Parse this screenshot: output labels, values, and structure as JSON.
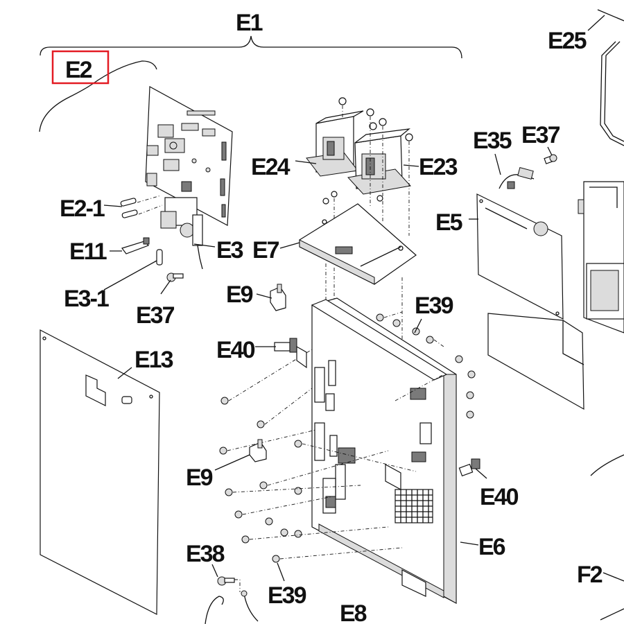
{
  "colors": {
    "highlight": "#e31b23",
    "ink": "#111111"
  },
  "labels": {
    "E1": "E1",
    "E2": "E2",
    "E25": "E25",
    "E24": "E24",
    "E23": "E23",
    "E35": "E35",
    "E37_top": "E37",
    "E5": "E5",
    "E2_1": "E2-1",
    "E11": "E11",
    "E3": "E3",
    "E7": "E7",
    "E3_1": "E3-1",
    "E37_left": "E37",
    "E9_top": "E9",
    "E39_top": "E39",
    "E40_left": "E40",
    "E13": "E13",
    "E9_bottom": "E9",
    "E40_right": "E40",
    "E6": "E6",
    "E38": "E38",
    "E39_bottom": "E39",
    "E8": "E8",
    "F2": "F2"
  }
}
